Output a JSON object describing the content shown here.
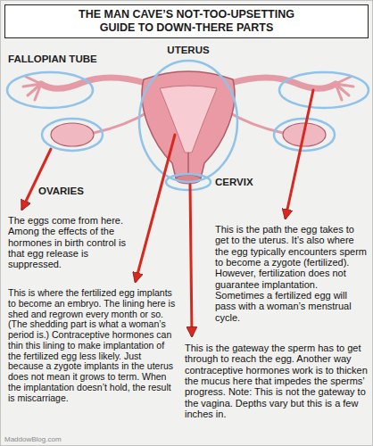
{
  "diagram": {
    "title": "THE MAN CAVE’S NOT-TOO-UPSETTING GUIDE TO DOWN-THERE PARTS",
    "labels": [
      "FALLOPIAN TUBE",
      "UTERUS",
      "OVARIES",
      "CERVIX",
      "The eggs come from here. Among the effects of the hormones in birth control is that egg release is suppressed.",
      "This is the path the egg takes to get to the uterus. It’s also where the egg typically encounters sperm to become a zygote (fertilized). However, fertilization does not guarantee implantation. Sometimes a fertilized egg will pass with a woman’s menstrual cycle.",
      "This is where the fertilized egg implants to become an embryo. The lining here is shed and regrown every month or so. (The shedding part is what a woman’s period is.) Contraceptive hormones can thin this lining to make implantation of the fertilized egg less likely. Just because a zygote implants in the uterus does not mean it grows to term. When the implantation doesn’t hold, the result is miscarriage.",
      "This is the gateway the sperm has to get through to reach the egg. Another way contraceptive hormones work is to thicken the mucus here that impedes the sperms’ progress. Note: This is not the gateway to the vagina. Depths vary but this is a few inches in.",
      "MaddowBlog.com"
    ]
  }
}
